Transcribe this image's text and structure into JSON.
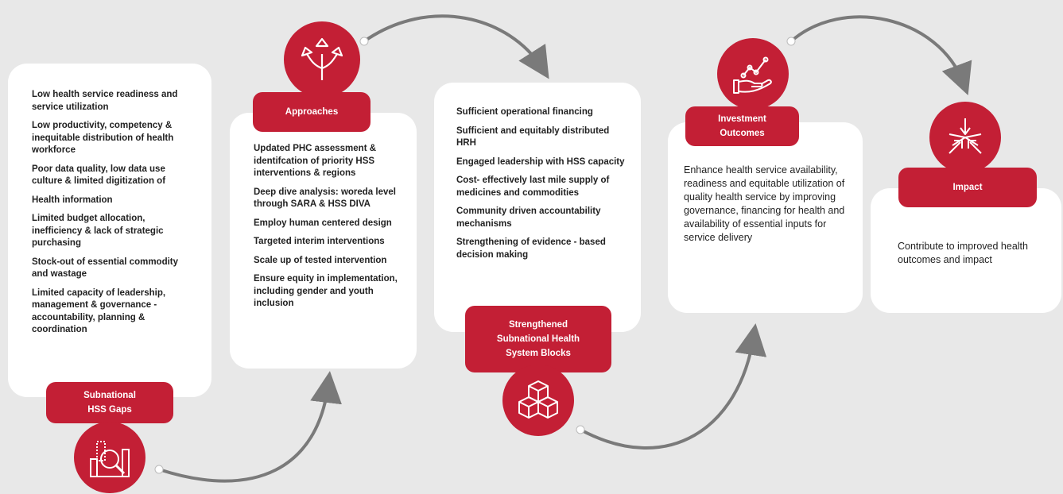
{
  "stages": {
    "gaps": {
      "label": "Subnational\nHSS Gaps",
      "items": [
        "Low health service readiness and service utilization",
        "Low productivity, competency & inequitable distribution of health workforce",
        "Poor data quality, low data use culture & limited digitization of",
        "Health information",
        "Limited budget allocation, inefficiency & lack of strategic purchasing",
        "Stock-out of essential commodity and wastage",
        "Limited capacity of leadership, management & governance - accountability, planning & coordination"
      ]
    },
    "approaches": {
      "label": "Approaches",
      "items": [
        "Updated PHC assessment & identifcation of priority HSS interventions & regions",
        "Deep dive analysis: woreda level through SARA & HSS DIVA",
        "Employ human centered design",
        "Targeted interim interventions",
        "Scale up of tested intervention",
        "Ensure equity in implementation, including gender and youth inclusion"
      ]
    },
    "blocks": {
      "label": "Strengthened\nSubnational Health\nSystem Blocks",
      "items": [
        "Sufficient operational financing",
        "Sufficient and equitably distributed HRH",
        "Engaged leadership with HSS capacity",
        "Cost- effectively last mile supply of medicines and commodities",
        "Community driven accountability mechanisms",
        "Strengthening of evidence - based decision making"
      ]
    },
    "outcomes": {
      "label": "Investment\nOutcomes",
      "text": "Enhance health service availability, readiness and equitable utilization of quality health service by improving governance, financing for health and availability of essential inputs for service delivery"
    },
    "impact": {
      "label": "Impact",
      "text": "Contribute to improved health outcomes and impact"
    }
  },
  "icons": {
    "gaps": "data-analysis-icon",
    "approaches": "diverging-arrows-icon",
    "blocks": "stacked-cubes-icon",
    "outcomes": "growth-hand-icon",
    "impact": "converging-arrows-icon"
  },
  "colors": {
    "accent": "#c31f35",
    "background": "#e8e8e8",
    "card": "#ffffff",
    "arrow": "#7a7a7a"
  }
}
